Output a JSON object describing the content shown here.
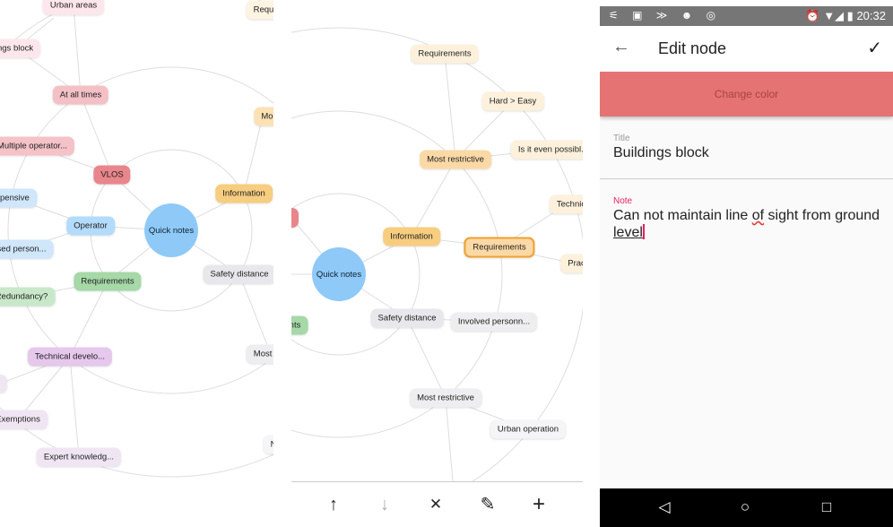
{
  "left_map": {
    "center": "Quick notes",
    "nodes": [
      {
        "label": "Urban areas",
        "color": "#fde7ec"
      },
      {
        "label": "ings block",
        "color": "#fde7ec"
      },
      {
        "label": "At all times",
        "color": "#f3c0c6"
      },
      {
        "label": "Multiple operator...",
        "color": "#f4c2c7"
      },
      {
        "label": "VLOS",
        "color": "#e8868b"
      },
      {
        "label": "xpensive",
        "color": "#cfe6fb"
      },
      {
        "label": "Operator",
        "color": "#b3dbfb"
      },
      {
        "label": "sed person...",
        "color": "#cfe6fb"
      },
      {
        "label": "Information",
        "color": "#f7cd80"
      },
      {
        "label": "Mo",
        "color": "#fbe1b3"
      },
      {
        "label": "Requi",
        "color": "#fdf4e2"
      },
      {
        "label": "Safety distance",
        "color": "#e8e8ec"
      },
      {
        "label": "Requirements",
        "color": "#a6d8a8"
      },
      {
        "label": "Redundancy?",
        "color": "#c9e8ca"
      },
      {
        "label": "Technical develo...",
        "color": "#e5c8ec"
      },
      {
        "label": "",
        "color": "#f0e6f3"
      },
      {
        "label": "Exemptions",
        "color": "#f0e6f3"
      },
      {
        "label": "Expert knowledg...",
        "color": "#f0e6f3"
      },
      {
        "label": "Most r",
        "color": "#eeeef0"
      },
      {
        "label": "N",
        "color": "#f5f5f7"
      }
    ]
  },
  "middle_map": {
    "center": "Quick notes",
    "nodes": [
      {
        "label": "Requirements",
        "color": "#fdf1dc"
      },
      {
        "label": "Hard > Easy",
        "color": "#fdf1dc"
      },
      {
        "label": "Most restrictive",
        "color": "#fbd9a6"
      },
      {
        "label": "Is it even possibl...",
        "color": "#fdf1dc"
      },
      {
        "label": "Technic",
        "color": "#fdf1dc"
      },
      {
        "label": "Information",
        "color": "#f7cd80"
      },
      {
        "label": "Requirements",
        "color": "#fbd9a6",
        "selected": true
      },
      {
        "label": "Prac",
        "color": "#fdf1dc"
      },
      {
        "label": "",
        "color": "#e8868b"
      },
      {
        "label": "nts",
        "color": "#a6d8a8"
      },
      {
        "label": "Safety distance",
        "color": "#e8e8ec"
      },
      {
        "label": "Involved personn...",
        "color": "#eeeef0"
      },
      {
        "label": "Most restrictive",
        "color": "#eeeef0"
      },
      {
        "label": "Urban operation",
        "color": "#f5f5f7"
      }
    ],
    "toolbar": [
      {
        "icon": "arrow-up-icon",
        "glyph": "↑"
      },
      {
        "icon": "arrow-down-icon",
        "glyph": "↓"
      },
      {
        "icon": "close-icon",
        "glyph": "✕"
      },
      {
        "icon": "pencil-icon",
        "glyph": "✎"
      },
      {
        "icon": "plus-icon",
        "glyph": "+"
      }
    ]
  },
  "edit": {
    "status": {
      "icons": "⚟ ▣ ≫ ☻ ◎",
      "right_icons": "⏰ ▼◢ ▮",
      "time": "20:32"
    },
    "title": "Edit node",
    "change_color": "Change color",
    "node_color": "#e57373",
    "title_label": "Title",
    "title_value": "Buildings block",
    "note_label": "Note",
    "note_value_1": "Can not maintain line ",
    "note_value_2": "of",
    "note_value_3": " sight from ground ",
    "note_value_4": "level",
    "accent": "#e91e63"
  }
}
